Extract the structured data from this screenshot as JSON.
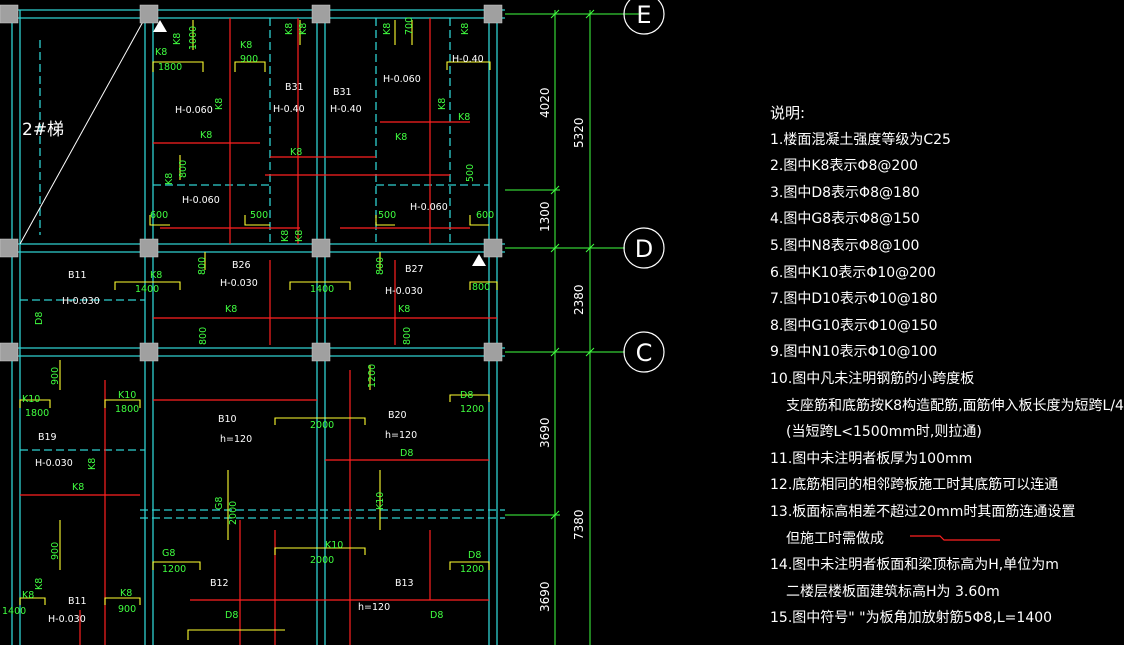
{
  "colors": {
    "background": "#000000",
    "beam": "#2fd0d0",
    "rebar_red": "#ff2020",
    "rebar_yellow": "#ffff30",
    "label_green": "#40ff40",
    "axis": "#40ff40",
    "text": "#ffffff",
    "column": "#a0a0a0"
  },
  "grid_axes": [
    {
      "label": "E"
    },
    {
      "label": "D"
    },
    {
      "label": "C"
    }
  ],
  "dimensions": {
    "inner": [
      {
        "value": "4020"
      },
      {
        "value": "1300"
      },
      {
        "value": "2380"
      },
      {
        "value": "3690"
      },
      {
        "value": "3690"
      }
    ],
    "outer": [
      {
        "value": "5320"
      },
      {
        "value": "7380"
      }
    ]
  },
  "stair_label": "2#梯",
  "labels": {
    "k8": "K8",
    "k10": "K8",
    "d8": "D8",
    "g8": "G8",
    "k10b": "K10",
    "h_0060": "H-0.060",
    "h_0040": "H-0.40",
    "h_0030": "H-0.030",
    "h_040b": "H-0.40",
    "h_0040b": "H-0.40",
    "h120": "h=120",
    "b31": "B31",
    "b26": "B26",
    "b27": "B27",
    "b10": "B10",
    "b20": "B20",
    "b12": "B12",
    "b13": "B13",
    "b11": "B11",
    "b19": "B19",
    "n1800": "1800",
    "n900": "900",
    "n600": "600",
    "n500": "500",
    "n800": "800",
    "n1400": "1400",
    "n1200": "1200",
    "n2000": "2000",
    "n1000": "1000",
    "n700": "700"
  },
  "notes": {
    "title": "说明:",
    "items": [
      "1.楼面混凝土强度等级为C25",
      "2.图中K8表示Φ8@200",
      "3.图中D8表示Φ8@180",
      "4.图中G8表示Φ8@150",
      "5.图中N8表示Φ8@100",
      "6.图中K10表示Φ10@200",
      "7.图中D10表示Φ10@180",
      "8.图中G10表示Φ10@150",
      "9.图中N10表示Φ10@100",
      "10.图中凡未注明钢筋的小跨度板",
      "支座筋和底筋按K8构造配筋,面筋伸入板长度为短跨L/4",
      "(当短跨L<1500mm时,则拉通)",
      "11.图中未注明者板厚为100mm",
      "12.底筋相同的相邻跨板施工时其底筋可以连通",
      "13.板面标高相差不超过20mm时其面筋连通设置",
      "但施工时需做成",
      "14.图中未注明者板面和梁顶标高为H,单位为m",
      "二楼层楼板面建筑标高H为        3.60m",
      "15.图中符号\"  \"为板角加放射筋5Φ8,L=1400"
    ]
  }
}
